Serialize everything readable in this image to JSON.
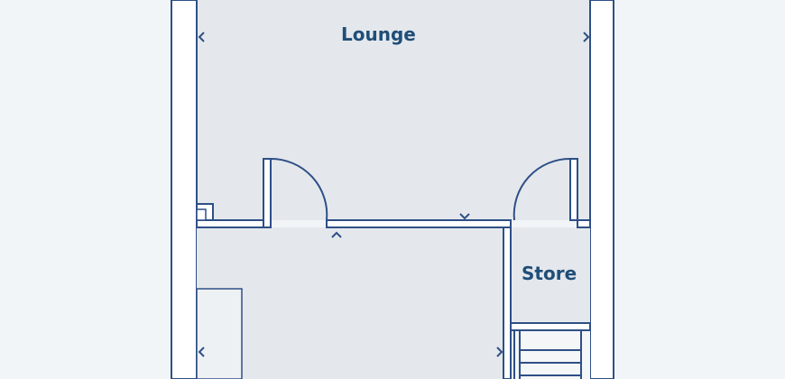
{
  "floor_plan": {
    "rooms": [
      {
        "id": "lounge",
        "label": "Lounge"
      },
      {
        "id": "store",
        "label": "Store"
      }
    ],
    "colors": {
      "wall": "#2e4f86",
      "floor": "#e4e8ec",
      "background": "#f2f5f8",
      "label": "#1f4e79"
    },
    "symbols": [
      "dimension-arrow-icon",
      "door-swing-icon",
      "stairs-icon"
    ]
  }
}
